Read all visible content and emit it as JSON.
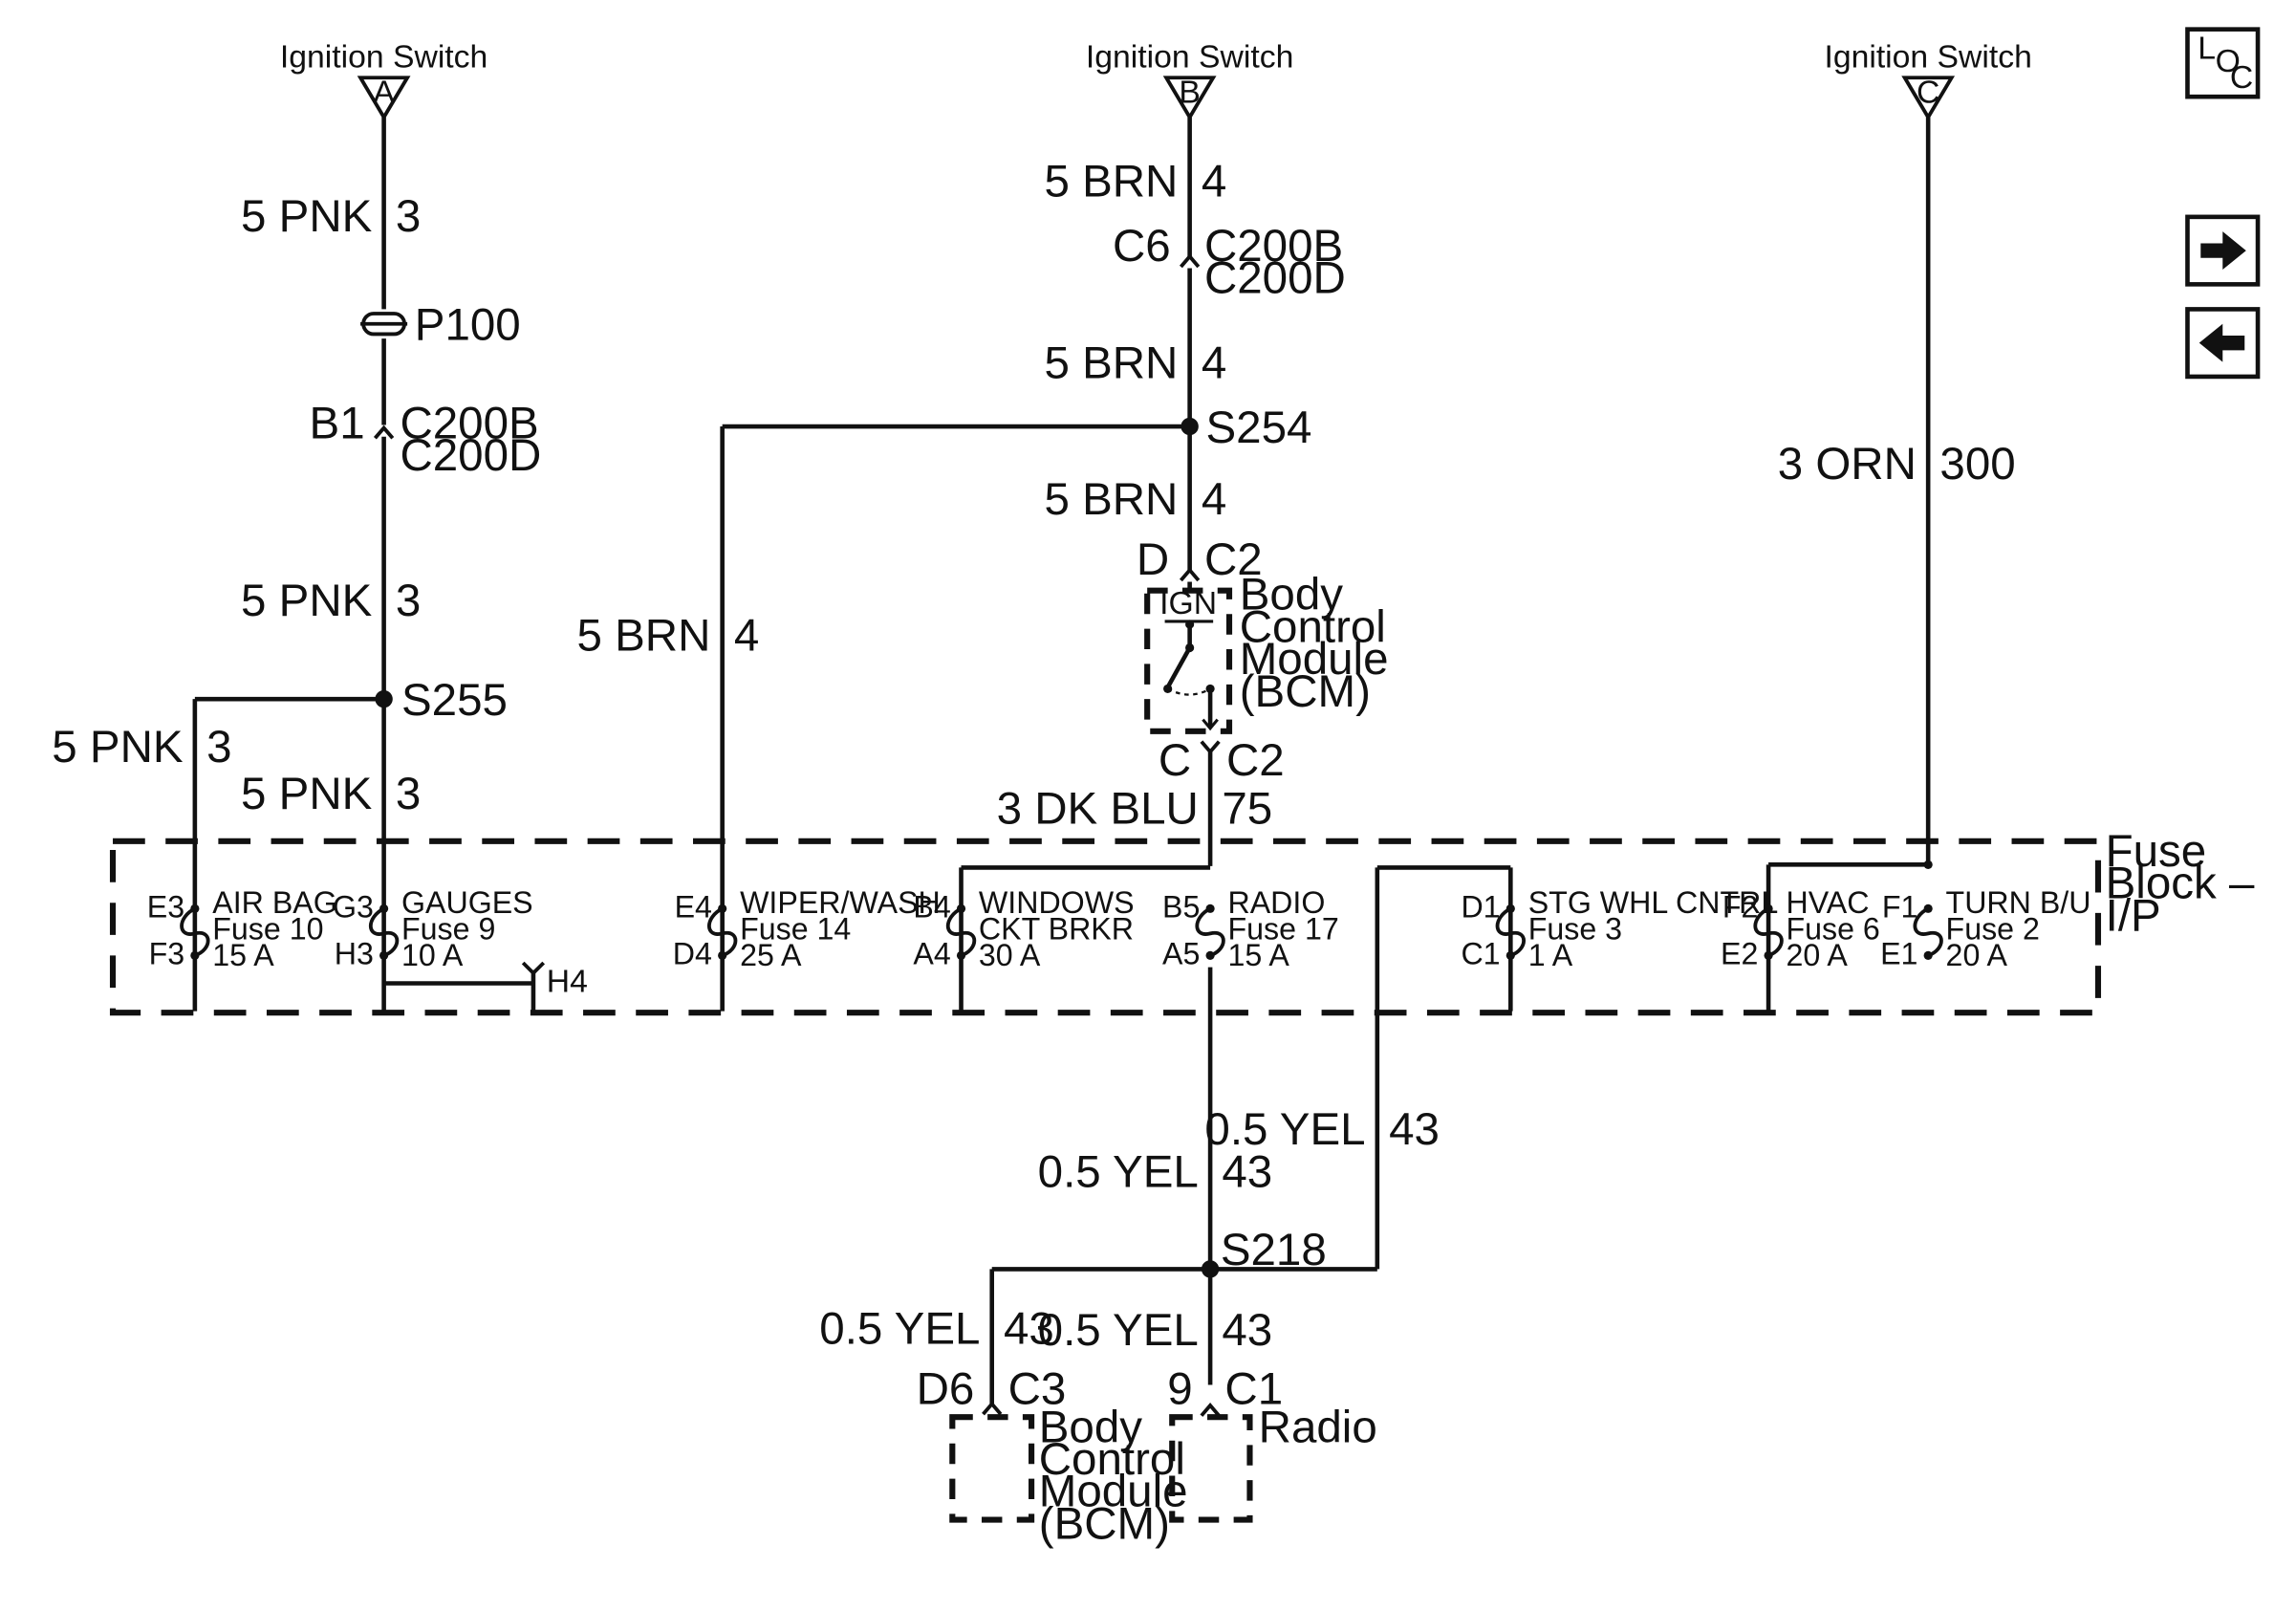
{
  "ignition": [
    {
      "title": "Ignition Switch",
      "terminal": "A"
    },
    {
      "title": "Ignition Switch",
      "terminal": "B"
    },
    {
      "title": "Ignition Switch",
      "terminal": "C"
    }
  ],
  "nav": {
    "loc_l": "L",
    "loc_o": "O",
    "loc_c": "C"
  },
  "circuit_a": {
    "w1_size": "5 PNK",
    "w1_num": "3",
    "p100": "P100",
    "conn_pin": "B1",
    "conn_top": "C200B",
    "conn_bot": "C200D",
    "w2_size": "5 PNK",
    "w2_num": "3",
    "splice": "S255",
    "w3_size": "5 PNK",
    "w3_num": "3",
    "w4_size": "5 PNK",
    "w4_num": "3"
  },
  "circuit_b": {
    "w1_size": "5 BRN",
    "w1_num": "4",
    "conn_pin": "C6",
    "conn_top": "C200B",
    "conn_bot": "C200D",
    "w2_size": "5 BRN",
    "w2_num": "4",
    "splice": "S254",
    "w3_size": "5 BRN",
    "w3_num": "4",
    "w4_size": "5 BRN",
    "w4_num": "4",
    "bcm_in_pin": "D",
    "bcm_in_conn": "C2",
    "bcm_ign": "IGN",
    "bcm_name": [
      "Body",
      "Control",
      "Module",
      "(BCM)"
    ],
    "bcm_out_pin": "C",
    "bcm_out_conn": "C2",
    "w5_size": "3 DK BLU",
    "w5_num": "75"
  },
  "circuit_c": {
    "w1_size": "3 ORN",
    "w1_num": "300"
  },
  "fuse_block": {
    "label": [
      "Fuse",
      "Block –",
      "I/P"
    ],
    "fuses": [
      {
        "top": "E3",
        "bottom": "F3",
        "name": "AIR BAG",
        "line2": "Fuse 10",
        "amps": "15 A"
      },
      {
        "top": "G3",
        "bottom": "H3",
        "name": "GAUGES",
        "line2": "Fuse 9",
        "amps": "10 A"
      },
      {
        "top": "E4",
        "bottom": "D4",
        "name": "WIPER/WASH",
        "line2": "Fuse 14",
        "amps": "25 A"
      },
      {
        "top": "B4",
        "bottom": "A4",
        "name": "WINDOWS",
        "line2": "CKT BRKR",
        "amps": "30 A"
      },
      {
        "top": "B5",
        "bottom": "A5",
        "name": "RADIO",
        "line2": "Fuse 17",
        "amps": "15 A"
      },
      {
        "top": "D1",
        "bottom": "C1",
        "name": "STG WHL CNTRL",
        "line2": "Fuse 3",
        "amps": "1 A"
      },
      {
        "top": "F2",
        "bottom": "E2",
        "name": "HVAC",
        "line2": "Fuse 6",
        "amps": "20 A"
      },
      {
        "top": "F1",
        "bottom": "E1",
        "name": "TURN B/U",
        "line2": "Fuse 2",
        "amps": "20 A"
      }
    ],
    "h4": "H4"
  },
  "lower": {
    "wa_size": "0.5 YEL",
    "wa_num": "43",
    "wb_size": "0.5 YEL",
    "wb_num": "43",
    "splice": "S218",
    "wc_size": "0.5 YEL",
    "wc_num": "43",
    "wd_size": "0.5 YEL",
    "wd_num": "43",
    "bcm_pin": "D6",
    "bcm_conn": "C3",
    "bcm_name": [
      "Body",
      "Control",
      "Module",
      "(BCM)"
    ],
    "radio_pin": "9",
    "radio_conn": "C1",
    "radio_name": "Radio"
  }
}
